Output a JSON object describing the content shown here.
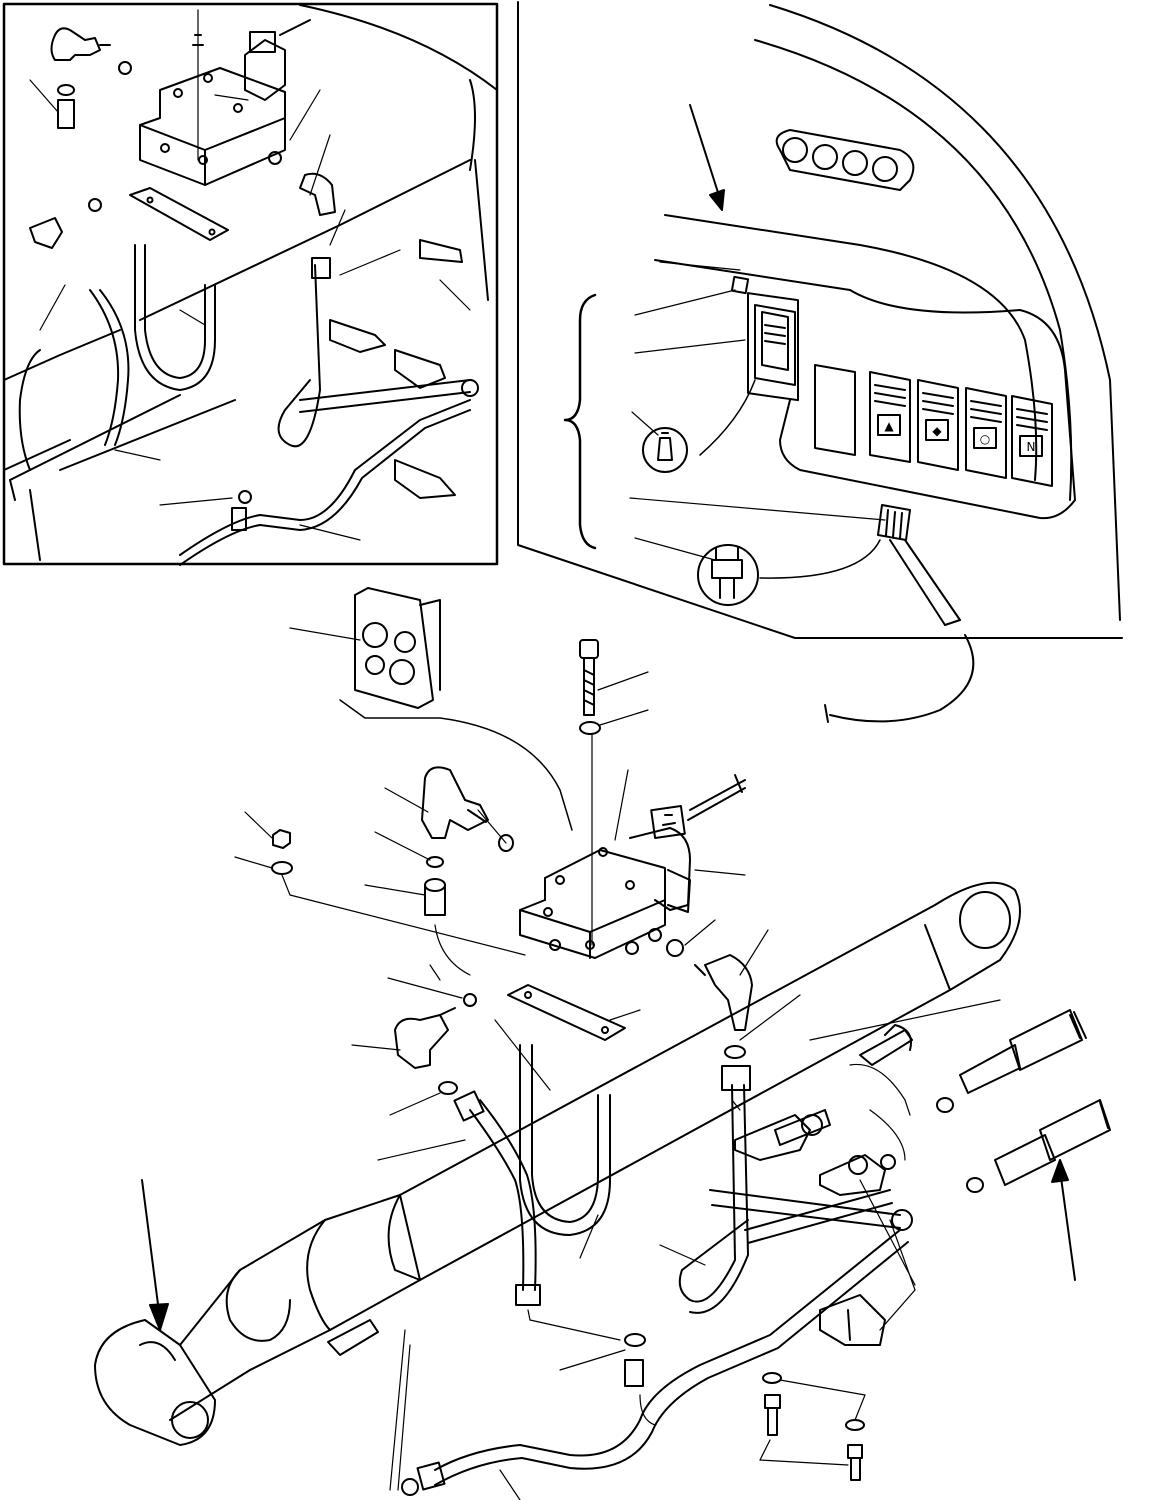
{
  "diagram": {
    "kind": "exploded parts drawing",
    "views": [
      "inset-valve-detail",
      "cab-switch-panel-detail",
      "main-assembly"
    ],
    "text": "",
    "callout_numbers_visible": false
  },
  "switch_panel": {
    "switch_symbols": [
      "▲",
      "◆",
      "○",
      "N"
    ]
  },
  "colors": {
    "ink": "#000000",
    "paper": "#ffffff"
  },
  "icons": [
    "arrow-icon",
    "leader-line",
    "exploded-part"
  ]
}
